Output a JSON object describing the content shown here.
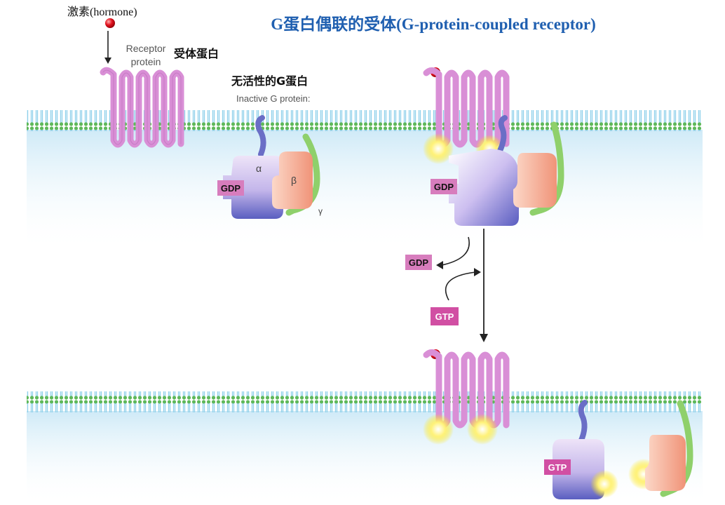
{
  "title": "G蛋白偶联的受体(G-protein-coupled receptor)",
  "hormone_label": "激素(hormone)",
  "receptor_label_line1": "Receptor",
  "receptor_label_line2": "protein",
  "receptor_cn": "受体蛋白",
  "inactive_cn": "无活性的G蛋白",
  "inactive_en": "Inactive G protein:",
  "alpha": "α",
  "beta": "β",
  "gamma": "γ",
  "gdp": "GDP",
  "gtp": "GTP",
  "colors": {
    "title": "#1f5fb0",
    "receptor": "#d98fd6",
    "receptor_stroke": "#b96ab8",
    "membrane_line": "#4cb84a",
    "membrane_beads": "#7ac8e6",
    "cytoplasm": "#dff2fb",
    "alpha_top": "#e6d8f4",
    "alpha_bottom": "#5f63c4",
    "beta": "#f5a58c",
    "gamma": "#8fd06b",
    "badge": "#d77dbd",
    "hormone": "#e3121e",
    "spark": "#ffe600"
  }
}
